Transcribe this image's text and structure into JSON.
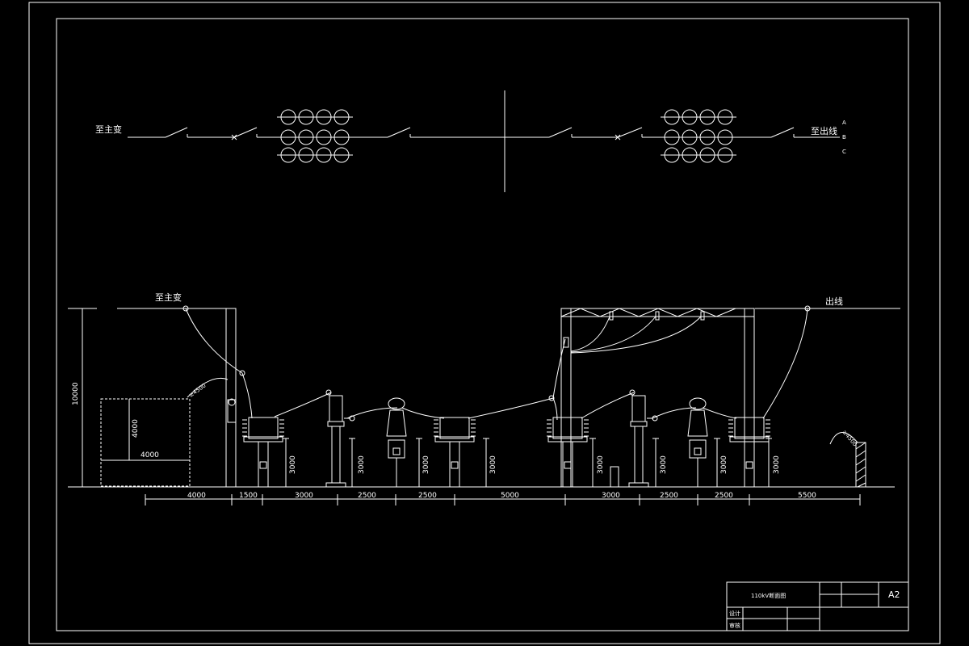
{
  "drawing": {
    "single_line": {
      "left_label": "至主变",
      "right_label": "至出线",
      "phases": [
        "A",
        "B",
        "C"
      ]
    },
    "elevation": {
      "left_label": "至主变",
      "right_label": "出线",
      "height_dim": "10000",
      "building_height": "4000",
      "building_width": "4000",
      "clearance_left": "≥4500",
      "clearance_right": "≥4500",
      "support_heights": [
        "3000",
        "3000",
        "3000",
        "3000",
        "3000",
        "3000",
        "3000",
        "3000"
      ],
      "bay_widths": [
        "4000",
        "1500",
        "3000",
        "2500",
        "2500",
        "5000",
        "3000",
        "2500",
        "2500",
        "5500"
      ]
    },
    "title_block": {
      "title": "110kV断面图",
      "sheet": "A2",
      "row_design": "设计",
      "row_review": "审核"
    }
  }
}
